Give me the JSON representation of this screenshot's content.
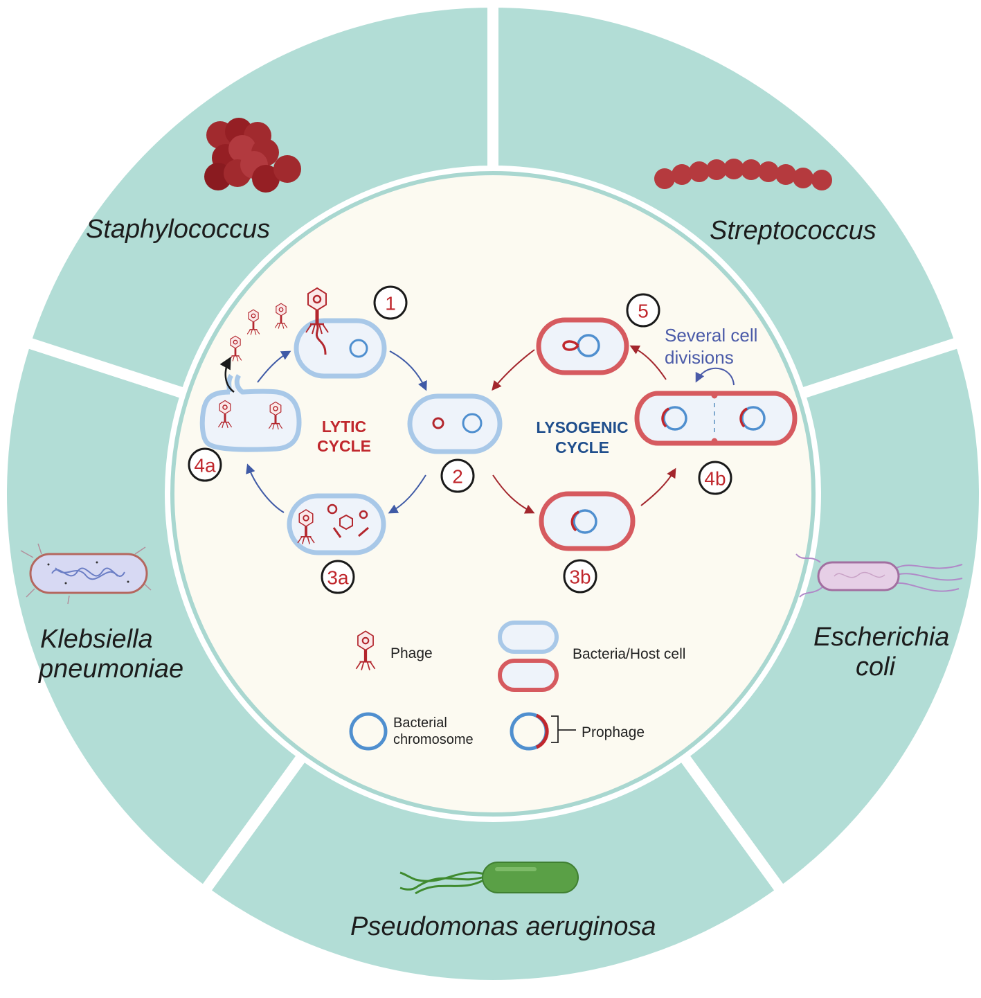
{
  "organisms": {
    "staphylococcus": "Staphylococcus",
    "streptococcus": "Streptococcus",
    "klebsiella_line1": "Klebsiella",
    "klebsiella_line2": "pneumoniae",
    "escherichia_line1": "Escherichia",
    "escherichia_line2": "coli",
    "pseudomonas": "Pseudomonas aeruginosa"
  },
  "cycles": {
    "lytic_line1": "LYTIC",
    "lytic_line2": "CYCLE",
    "lysogenic_line1": "LYSOGENIC",
    "lysogenic_line2": "CYCLE"
  },
  "steps": {
    "s1": "1",
    "s2": "2",
    "s3a": "3a",
    "s3b": "3b",
    "s4a": "4a",
    "s4b": "4b",
    "s5": "5"
  },
  "note": {
    "line1": "Several cell",
    "line2": "divisions"
  },
  "legend": {
    "phage": "Phage",
    "host_cell": "Bacteria/Host cell",
    "chromosome_line1": "Bacterial",
    "chromosome_line2": "chromosome",
    "prophage": "Prophage"
  },
  "colors": {
    "ring": "#b2ddd6",
    "center": "#fcfaf1",
    "lytic_red": "#c0272d",
    "lysogenic_blue": "#1f4e8c",
    "chromosome_blue": "#4f8fcf",
    "note_purple": "#4a5aa8"
  }
}
